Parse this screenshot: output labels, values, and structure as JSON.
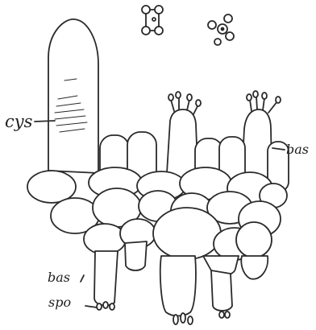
{
  "labels": {
    "cystidium": "cys",
    "basidium": "bas",
    "basidium_below": "bas",
    "spores_below": "spo"
  }
}
